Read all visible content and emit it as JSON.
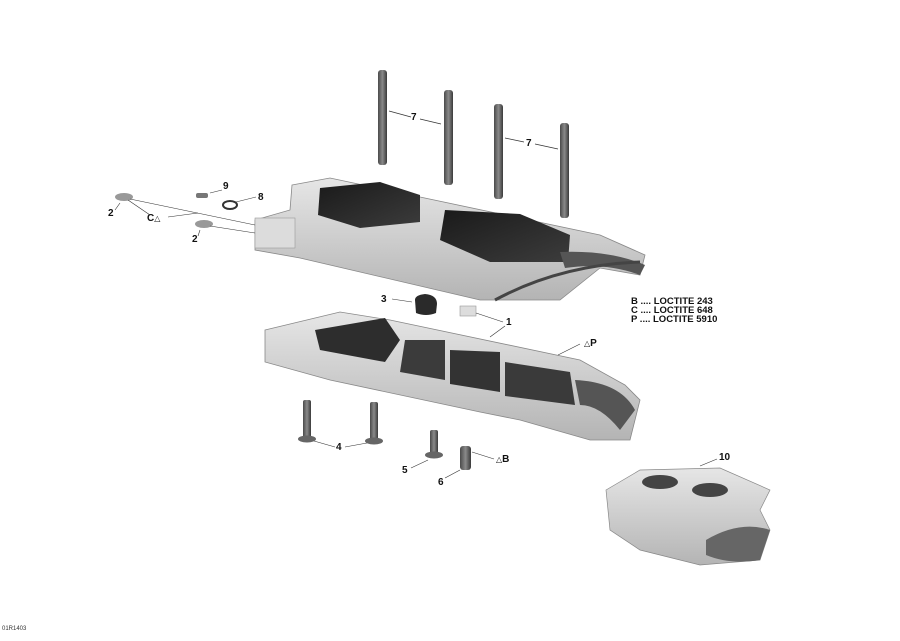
{
  "diagram": {
    "type": "exploded-parts-view",
    "subject": "Crankcase assembly",
    "reference_code": "01R1403",
    "callouts": [
      {
        "id": "c1",
        "label": "1",
        "part": "crankcase"
      },
      {
        "id": "c2a",
        "label": "2",
        "part": "stud"
      },
      {
        "id": "c2b",
        "label": "2",
        "part": "stud"
      },
      {
        "id": "c3",
        "label": "3",
        "part": "grommet"
      },
      {
        "id": "c4",
        "label": "4",
        "part": "flanged screw"
      },
      {
        "id": "c5",
        "label": "5",
        "part": "flanged screw"
      },
      {
        "id": "c6",
        "label": "6",
        "part": "dowel"
      },
      {
        "id": "c7a",
        "label": "7",
        "part": "long stud"
      },
      {
        "id": "c7b",
        "label": "7",
        "part": "long stud"
      },
      {
        "id": "c8",
        "label": "8",
        "part": "o-ring"
      },
      {
        "id": "c9",
        "label": "9",
        "part": "screw"
      },
      {
        "id": "c10",
        "label": "10",
        "part": "engine block assembly"
      }
    ],
    "sealant_marks": [
      {
        "id": "mC",
        "label": "C",
        "symbol": "triangle"
      },
      {
        "id": "mP",
        "label": "P",
        "symbol": "triangle"
      },
      {
        "id": "mB",
        "label": "B",
        "symbol": "triangle"
      }
    ],
    "legend": [
      {
        "key": "B",
        "text": "B .... LOCTITE 243"
      },
      {
        "key": "C",
        "text": "C .... LOCTITE 648"
      },
      {
        "key": "P",
        "text": "P .... LOCTITE 5910"
      }
    ]
  }
}
